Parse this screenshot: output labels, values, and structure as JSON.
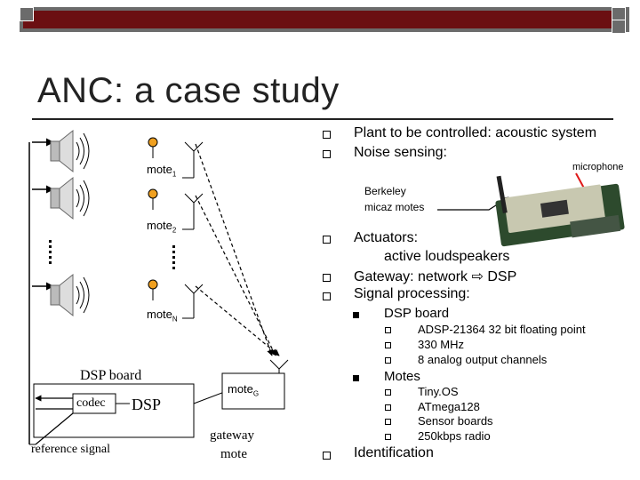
{
  "slide": {
    "title": "ANC: a case study"
  },
  "bullets": {
    "plant": "Plant to be controlled: acoustic system",
    "noise": "Noise sensing:",
    "actuators_1": "Actuators:",
    "actuators_2": "active loudspeakers",
    "gateway": "Gateway: network ⇨ DSP",
    "signal": "Signal processing:",
    "dsp_board": "DSP board",
    "dsp_items": [
      "ADSP-21364 32 bit floating point",
      "330 MHz",
      "8 analog output channels"
    ],
    "motes": "Motes",
    "mote_items": [
      "Tiny.OS",
      "ATmega128",
      "Sensor boards",
      "250kbps radio"
    ],
    "identification": "Identification"
  },
  "photo": {
    "microphone": "microphone",
    "berkeley_1": "Berkeley",
    "berkeley_2": "micaz motes"
  },
  "diagram": {
    "mote1": "mote",
    "mote1_sub": "1",
    "mote2": "mote",
    "mote2_sub": "2",
    "moteN": "mote",
    "moteN_sub": "N",
    "moteG": "mote",
    "moteG_sub": "G",
    "dsp_board": "DSP board",
    "codec": "codec",
    "dsp": "DSP",
    "reference": "reference signal",
    "gateway_1": "gateway",
    "gateway_2": "mote"
  },
  "colors": {
    "title_bar": "#6b0f12",
    "bar_frame": "#6b6b6b",
    "mote_dot": "#f0a020",
    "arrow_red": "#e01818"
  }
}
